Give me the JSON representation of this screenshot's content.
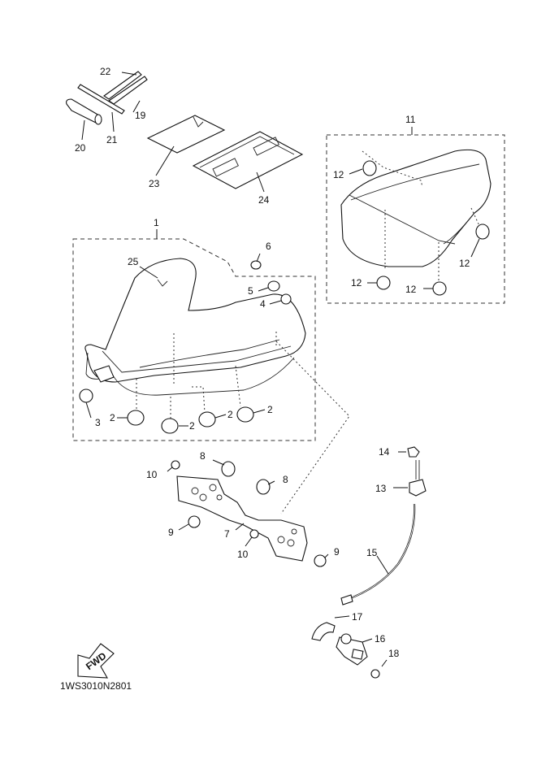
{
  "diagram_code": "1WS3010N2801",
  "fwd_label": "FWD",
  "callouts": {
    "c1": "1",
    "c2a": "2",
    "c2b": "2",
    "c2c": "2",
    "c2d": "2",
    "c3": "3",
    "c4": "4",
    "c5": "5",
    "c6": "6",
    "c7": "7",
    "c8a": "8",
    "c8b": "8",
    "c9a": "9",
    "c9b": "9",
    "c10a": "10",
    "c10b": "10",
    "c11": "11",
    "c12a": "12",
    "c12b": "12",
    "c12c": "12",
    "c12d": "12",
    "c13": "13",
    "c14": "14",
    "c15": "15",
    "c16": "16",
    "c17": "17",
    "c18": "18",
    "c19": "19",
    "c20": "20",
    "c21": "21",
    "c22": "22",
    "c23": "23",
    "c24": "24",
    "c25": "25"
  }
}
